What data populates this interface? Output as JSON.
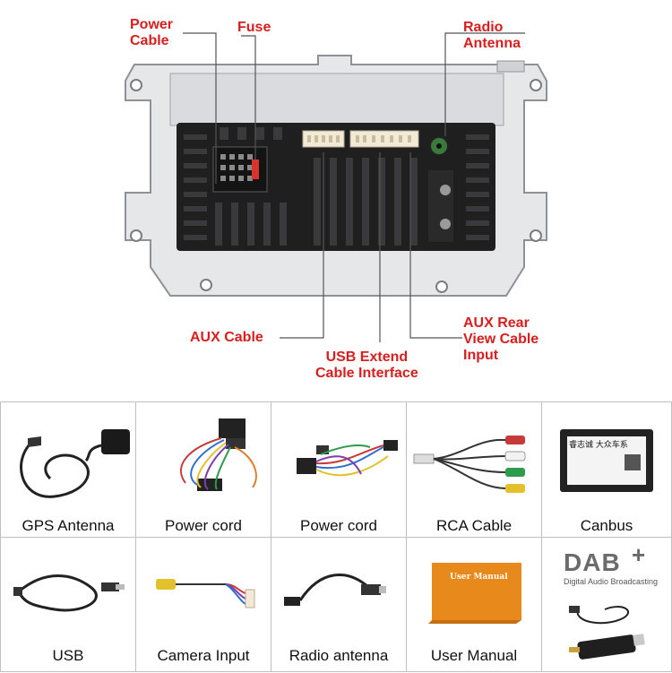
{
  "diagram": {
    "callouts": {
      "power_cable": "Power\nCable",
      "fuse": "Fuse",
      "radio_antenna": "Radio\nAntenna",
      "aux_cable": "AUX Cable",
      "usb_extend": "USB Extend\nCable Interface",
      "aux_rear": "AUX Rear\nView Cable\nInput"
    }
  },
  "accessories": [
    {
      "label": "GPS Antenna",
      "icon": "gps-antenna"
    },
    {
      "label": "Power cord",
      "icon": "power-cord-harness"
    },
    {
      "label": "Power cord",
      "icon": "power-cord-harness"
    },
    {
      "label": "RCA  Cable",
      "icon": "rca-cable"
    },
    {
      "label": "Canbus",
      "icon": "canbus-box"
    },
    {
      "label": "USB",
      "icon": "usb-cable"
    },
    {
      "label": "Camera Input",
      "icon": "camera-input-cable"
    },
    {
      "label": "Radio antenna",
      "icon": "radio-antenna-adapter"
    },
    {
      "label": "User Manual",
      "icon": "user-manual-booklet"
    },
    {
      "label": "",
      "icon": "dab-dongle"
    }
  ],
  "manual_cover_title": "User Manual",
  "dab_logo": {
    "text": "DAB",
    "plus": "+",
    "subtitle": "Digital Audio Broadcasting"
  },
  "canbus_label": "睿志诚  大众车系",
  "colors": {
    "callout": "#d81e1e",
    "grid_line": "#bfbfbf",
    "manual_cover": "#e8891c"
  }
}
